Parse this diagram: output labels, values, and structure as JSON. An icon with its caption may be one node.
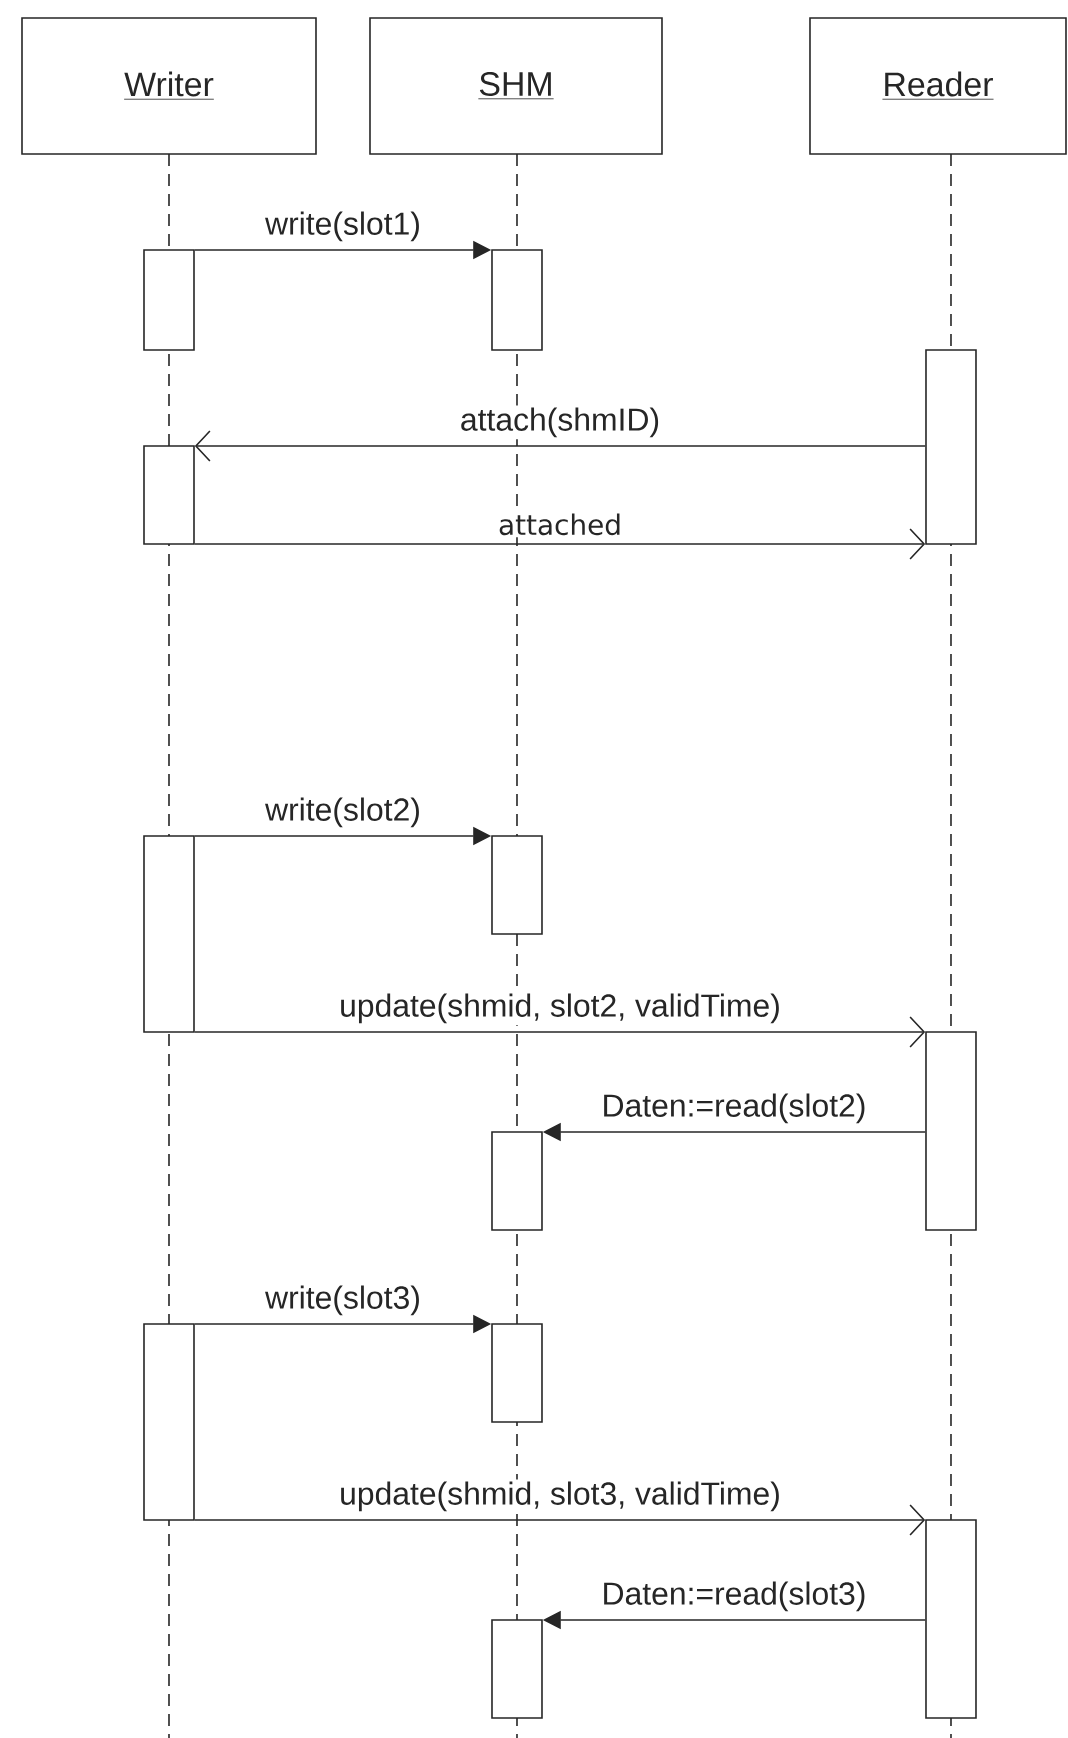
{
  "diagram": {
    "nodes": [
      {
        "text": [
          "Writer"
        ]
      },
      {
        "text": [
          "SHM"
        ]
      },
      {
        "text": [
          "Reader"
        ]
      },
      {
        "text": [],
        "shape": "bar"
      },
      {
        "text": [],
        "shape": "bar"
      },
      {
        "text": [],
        "shape": "bar"
      },
      {
        "text": [],
        "shape": "bar"
      },
      {
        "text": [],
        "shape": "bar"
      },
      {
        "text": [],
        "shape": "bar"
      },
      {
        "text": [],
        "shape": "bar"
      },
      {
        "text": [],
        "shape": "bar"
      },
      {
        "text": [],
        "shape": "bar"
      },
      {
        "text": [],
        "shape": "bar"
      },
      {
        "text": [],
        "shape": "bar"
      },
      {
        "text": [],
        "shape": "bar"
      }
    ],
    "edges": [
      {
        "from": 3,
        "to": 4,
        "arrow": "to",
        "label": "write(slot1)"
      },
      {
        "from": 5,
        "to": 6,
        "arrow": "to",
        "label": "attach(shmID)"
      },
      {
        "from": 6,
        "to": 5,
        "arrow": "to",
        "label": "attached"
      },
      {
        "from": 7,
        "to": 8,
        "arrow": "to",
        "label": "write(slot2)"
      },
      {
        "from": 7,
        "to": 9,
        "arrow": "to",
        "label": "update(shmid, slot2, validTime)"
      },
      {
        "from": 9,
        "to": 10,
        "arrow": "to",
        "label": "Daten:=read(slot2)"
      },
      {
        "from": 11,
        "to": 12,
        "arrow": "to",
        "label": "write(slot3)"
      },
      {
        "from": 11,
        "to": 13,
        "arrow": "to",
        "label": "update(shmid, slot3, validTime)"
      },
      {
        "from": 13,
        "to": 14,
        "arrow": "to",
        "label": "Daten:=read(slot3)"
      }
    ]
  }
}
